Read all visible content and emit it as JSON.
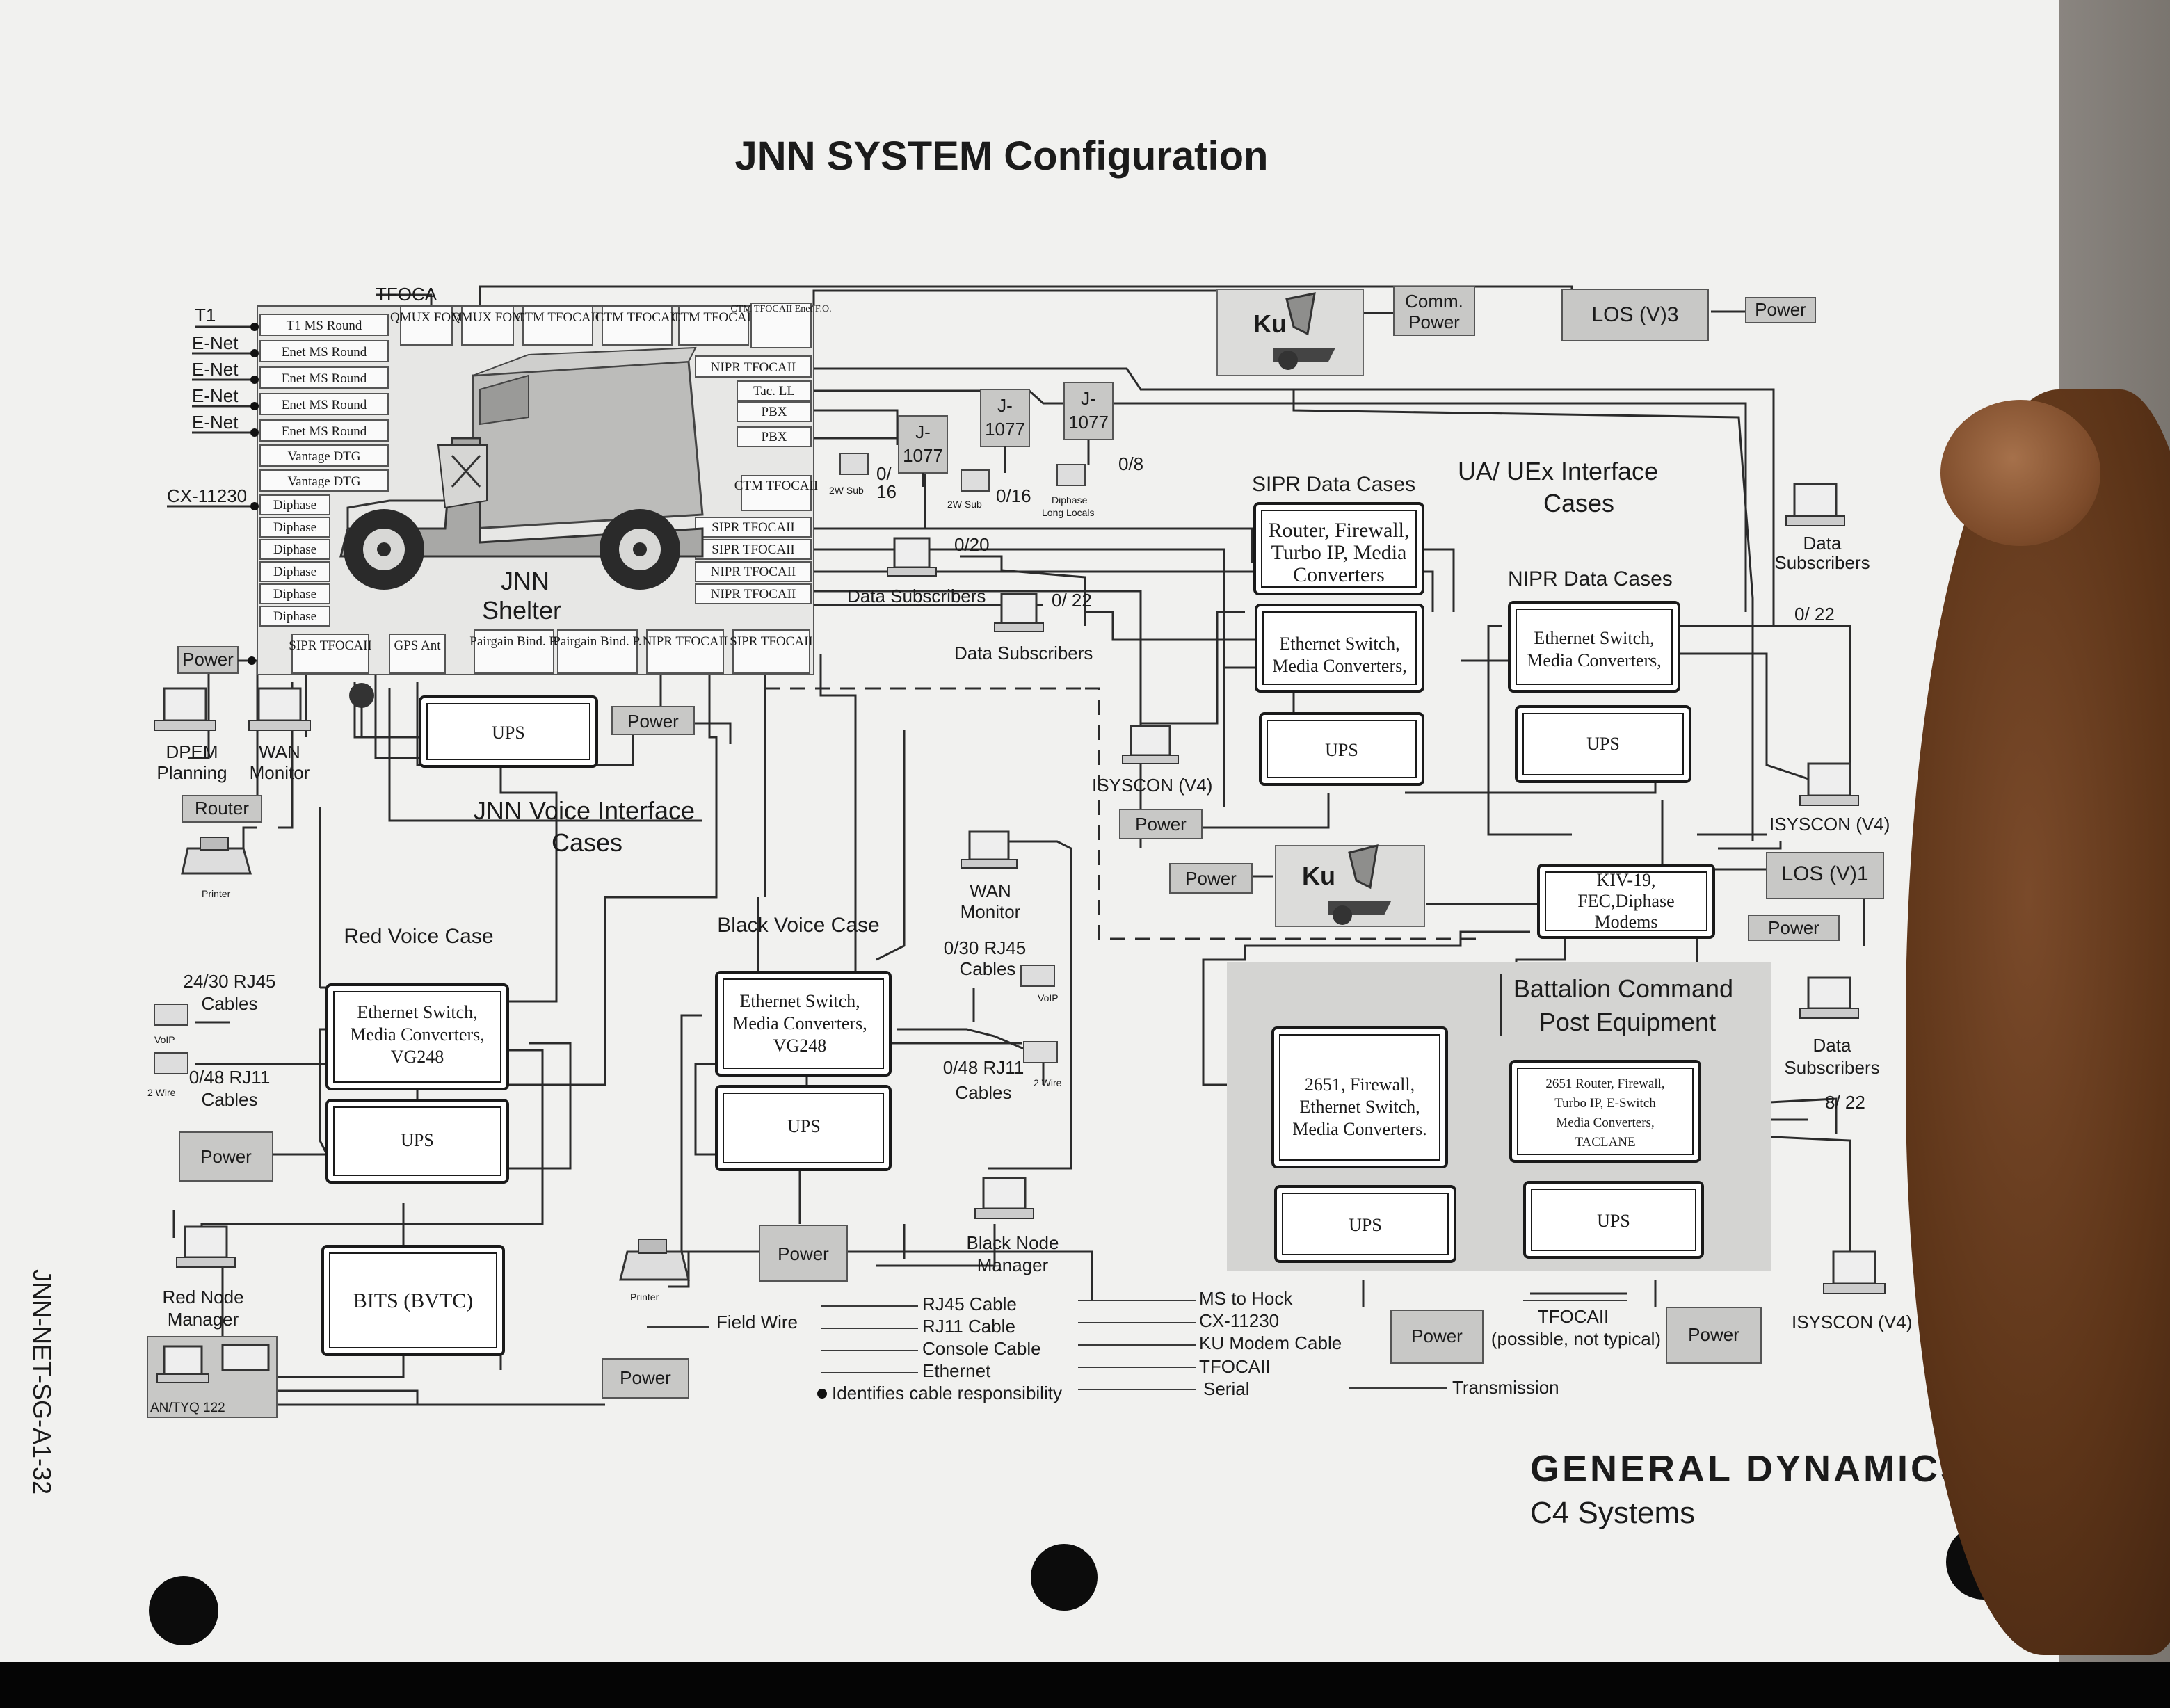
{
  "title": "JNN SYSTEM Configuration",
  "side_code": "JNN-NET-SG-A1-32",
  "brand": {
    "company": "GENERAL DYNAMICS",
    "division": "C4 Systems"
  },
  "shelter": {
    "tfoca": "TFOCA",
    "left_inputs": [
      "T1",
      "E-Net",
      "E-Net",
      "E-Net",
      "E-Net"
    ],
    "cx_label": "CX-11230",
    "left_ports": [
      "T1 MS Round",
      "Enet MS Round",
      "Enet MS Round",
      "Enet MS Round",
      "Enet MS Round",
      "Vantage DTG",
      "Vantage DTG",
      "Diphase",
      "Diphase",
      "Diphase",
      "Diphase",
      "Diphase",
      "Diphase"
    ],
    "top_ports": [
      "QMUX FOM",
      "QMUX FOM",
      "CTM TFOCAII",
      "CTM TFOCAII",
      "CTM TFOCAII",
      "CTM TFOCAII Enet F.O."
    ],
    "right_ports": [
      "NIPR TFOCAII",
      "Tac. LL",
      "PBX",
      "PBX",
      "CTM TFOCAII",
      "SIPR TFOCAII",
      "SIPR TFOCAII",
      "NIPR TFOCAII",
      "NIPR TFOCAII"
    ],
    "bottom_ports": [
      "SIPR TFOCAII",
      "GPS Ant",
      "Pairgain Bind. P.",
      "Pairgain Bind. P.",
      "NIPR TFOCAII",
      "SIPR TFOCAII"
    ],
    "name_line1": "JNN",
    "name_line2": "Shelter",
    "power": "Power"
  },
  "j1077": {
    "boxes": [
      {
        "l1": "J-",
        "l2": "1077"
      },
      {
        "l1": "J-",
        "l2": "1077"
      },
      {
        "l1": "J-",
        "l2": "1077"
      }
    ],
    "labels": {
      "a": "0/",
      "b": "16",
      "c": "0/16",
      "d": "0/8",
      "sub1": "2W Sub",
      "sub2": "2W Sub",
      "dip1": "Diphase",
      "dip2": "Long Locals"
    }
  },
  "data_subs": {
    "a": "0/20",
    "b": "0/ 22",
    "label1": "Data Subscribers",
    "label2": "Data Subscribers"
  },
  "top_right": {
    "ku": "Ku",
    "comm_power_1": "Comm.",
    "comm_power_2": "Power",
    "los3": "LOS (V)3",
    "power": "Power"
  },
  "sipr": {
    "title": "SIPR Data Cases",
    "router": [
      "Router, Firewall,",
      "Turbo IP, Media",
      "Converters"
    ],
    "switch": [
      "Ethernet Switch,",
      "Media Converters,"
    ],
    "ups": "UPS"
  },
  "uaex": {
    "title1": "UA/ UEx  Interface",
    "title2": "Cases"
  },
  "nipr": {
    "title": "NIPR Data Cases",
    "switch": [
      "Ethernet Switch,",
      "Media Converters,"
    ],
    "ups": "UPS"
  },
  "right_subs": {
    "l1": "Data",
    "l2": "Subscribers",
    "count": "0/ 22",
    "isyscon": "ISYSCON (V4)"
  },
  "left_tools": {
    "dpem1": "DPEM",
    "dpem2": "Planning",
    "wan1": "WAN",
    "wan2": "Monitor",
    "router": "Router",
    "printer": "Printer"
  },
  "center_ups": {
    "ups": "UPS",
    "power": "Power",
    "voice1": "JNN Voice Interface",
    "voice2": "Cases"
  },
  "mid_right": {
    "isyscon": "ISYSCON (V4)",
    "power1": "Power",
    "power2": "Power",
    "ku": "Ku",
    "kiv": [
      "KIV-19,",
      "FEC,Diphase",
      "Modems"
    ],
    "los1": "LOS (V)1",
    "power3": "Power"
  },
  "red_voice": {
    "title": "Red Voice Case",
    "rj45a": "24/30 RJ45",
    "rj45b": "Cables",
    "voip": "VoIP",
    "rj11a": "0/48 RJ11",
    "rj11b": "Cables",
    "twowire": "2 Wire",
    "switch": [
      "Ethernet Switch,",
      "Media Converters,",
      "VG248"
    ],
    "ups": "UPS",
    "power": "Power",
    "rnm1": "Red Node",
    "rnm2": "Manager",
    "bits": "BITS (BVTC)",
    "antyq": "AN/TYQ 122",
    "power2": "Power"
  },
  "black_voice": {
    "title": "Black Voice Case",
    "wan1": "WAN",
    "wan2": "Monitor",
    "rj45a": "0/30 RJ45",
    "rj45b": "Cables",
    "voip": "VoIP",
    "rj11a": "0/48 RJ11",
    "rj11b": "Cables",
    "twowire": "2 Wire",
    "switch": [
      "Ethernet Switch,",
      "Media Converters,",
      "VG248"
    ],
    "ups": "UPS",
    "power": "Power",
    "printer": "Printer",
    "bnm1": "Black Node",
    "bnm2": "Manager"
  },
  "battalion": {
    "title1": "Battalion Command",
    "title2": "Post Equipment",
    "left": [
      "2651, Firewall,",
      "Ethernet Switch,",
      "Media Converters."
    ],
    "right": [
      "2651 Router, Firewall,",
      "Turbo IP, E-Switch",
      "Media Converters,",
      "TACLANE"
    ],
    "ups1": "UPS",
    "ups2": "UPS",
    "subs1": "Data",
    "subs2": "Subscribers",
    "count": "8/ 22",
    "isyscon": "ISYSCON (V4)",
    "power1": "Power",
    "power2": "Power",
    "tfoca1": "TFOCAII",
    "tfoca2": "(possible, not typical)"
  },
  "legend": {
    "field_wire": "Field Wire",
    "col1": [
      "RJ45 Cable",
      "RJ11 Cable",
      "Console Cable",
      "Ethernet"
    ],
    "note": "Identifies cable responsibility",
    "col2": [
      "MS to Hock",
      "CX-11230",
      "KU Modem Cable",
      "TFOCAII",
      "Serial"
    ],
    "transmission": "Transmission"
  }
}
